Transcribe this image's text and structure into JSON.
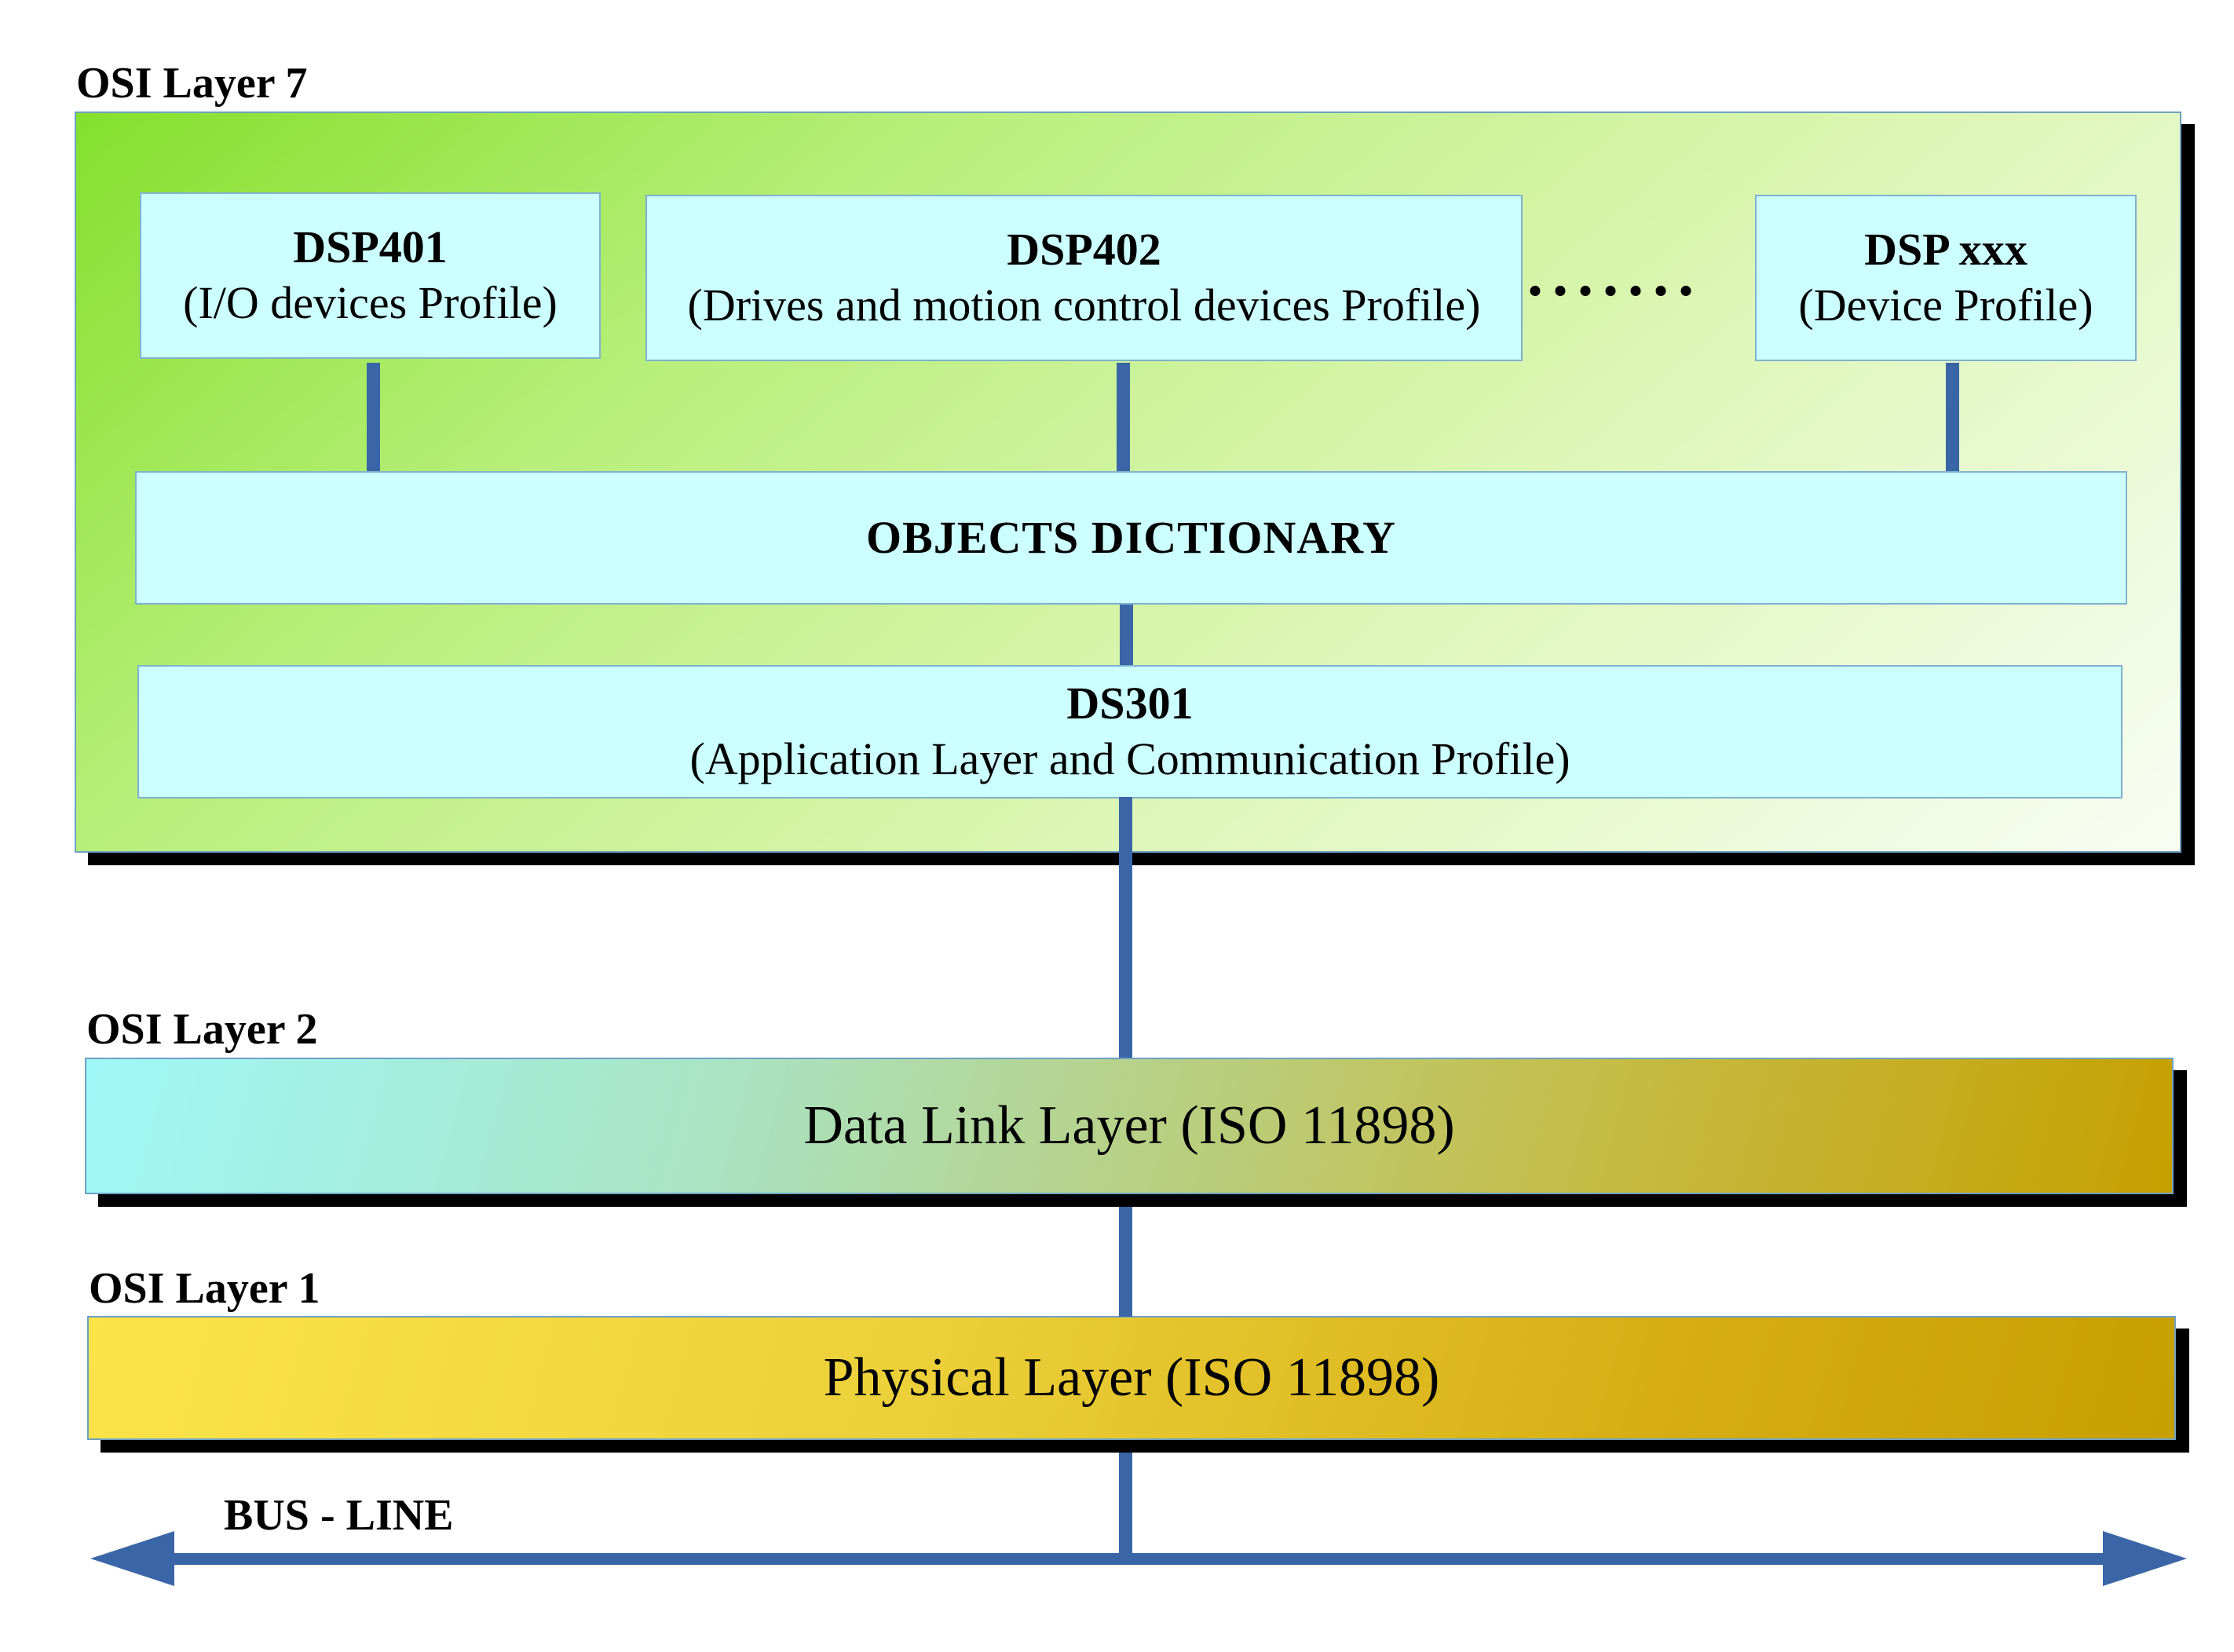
{
  "layer7": {
    "label": "OSI Layer 7",
    "profiles": [
      {
        "title": "DSP401",
        "subtitle": "(I/O devices Profile)"
      },
      {
        "title": "DSP402",
        "subtitle": "(Drives and motion control devices Profile)"
      },
      {
        "title": "DSP xxx",
        "subtitle": "(Device Profile)"
      }
    ],
    "ellipsis": ".......",
    "objects_dictionary": "OBJECTS DICTIONARY",
    "ds301": {
      "title": "DS301",
      "subtitle": "(Application Layer and Communication Profile)"
    }
  },
  "layer2": {
    "label": "OSI Layer 2",
    "bar": "Data Link Layer (ISO 11898)"
  },
  "layer1": {
    "label": "OSI Layer 1",
    "bar": "Physical Layer (ISO 11898)"
  },
  "bus": {
    "label": "BUS - LINE"
  },
  "colors": {
    "connector": "#3a66a8",
    "profile_fill": "#ccffff",
    "layer7_fill": "#84e02c",
    "datalink_fill": "#c6a000",
    "physical_fill": "#fde34a"
  }
}
